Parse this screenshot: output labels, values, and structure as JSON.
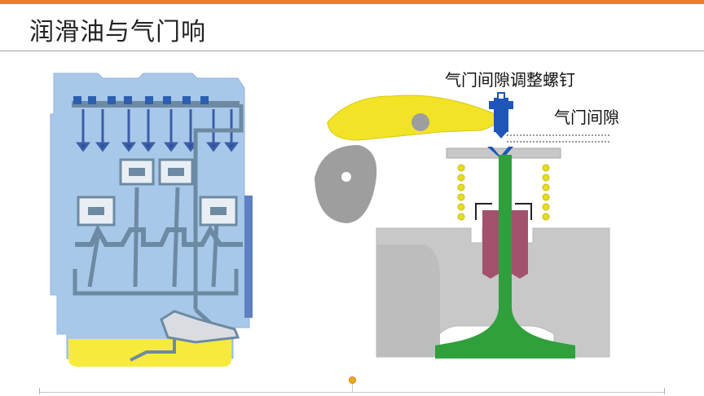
{
  "slide": {
    "title": "润滑油与气门响"
  },
  "labels": {
    "adjusting_screw": "气门间隙调整螺钉",
    "valve_clearance": "气门间隙"
  },
  "colors": {
    "accent_bar": "#f07c2a",
    "engine_block": "#a8c8ea",
    "oil_passage": "#6d8aa3",
    "oil_sump": "#f6eb3c",
    "rocker_arm": "#f2e326",
    "valve_stem": "#2fa03c",
    "valve_guide": "#a3526e",
    "valve_spring": "#e6dc20",
    "adjusting_screw": "#1e56b8",
    "cylinder_head": "#c8c8c8",
    "cam": "#9e9e9e"
  }
}
